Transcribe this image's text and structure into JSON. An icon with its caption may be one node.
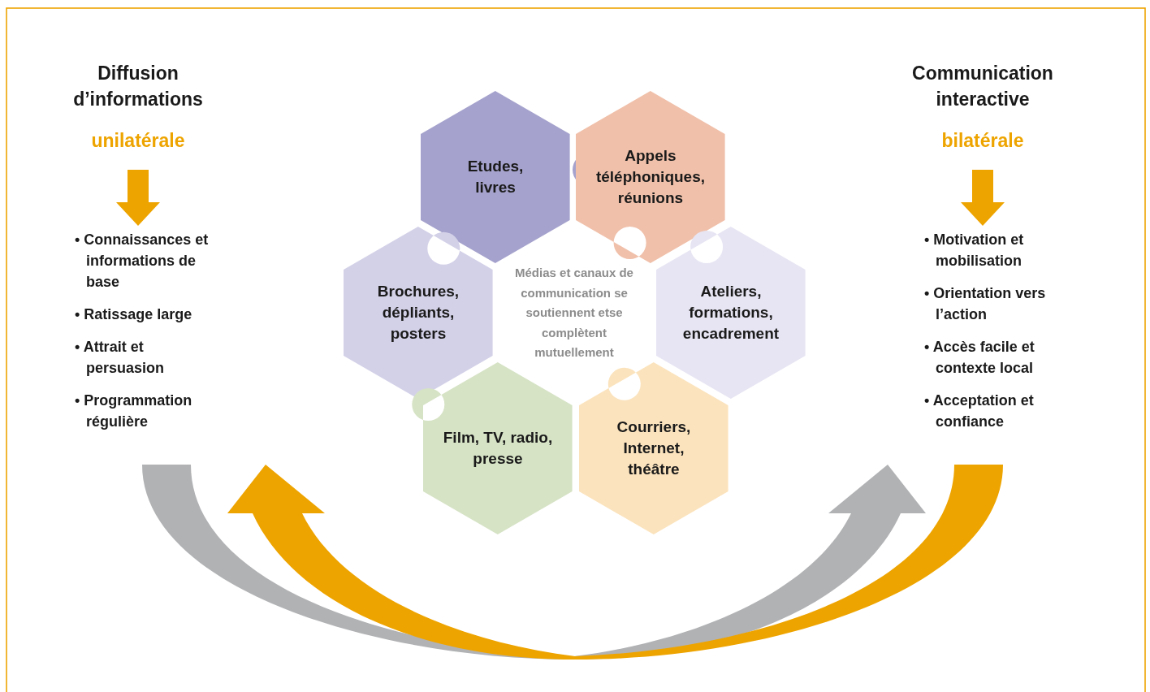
{
  "diagram": {
    "nodes": [
      {
        "text": [
          "Diffusion d’informations",
          "unilatérale"
        ]
      },
      {
        "text": [
          "• Connaissances et informations de base",
          "• Ratissage large",
          "• Attrait et persuasion",
          "• Programmation régulière"
        ]
      },
      {
        "text": [
          "Communication interactive",
          "bilatérale"
        ]
      },
      {
        "text": [
          "• Motivation et mobilisation",
          "• Orientation vers l’action",
          "• Accès facile et contexte local",
          "• Acceptation et confiance"
        ]
      },
      {
        "text": [
          "Etudes, livres"
        ]
      },
      {
        "text": [
          "Appels téléphoniques, réunions"
        ]
      },
      {
        "text": [
          "Brochures, dépliants, posters"
        ]
      },
      {
        "text": [
          "Médias et canaux de communication se soutiennent etse complètent mutuellement"
        ]
      },
      {
        "text": [
          "Ateliers, formations, encadrement"
        ]
      },
      {
        "text": [
          "Film, TV, radio, presse"
        ]
      },
      {
        "text": [
          "Courriers, Internet, théâtre"
        ]
      }
    ],
    "edges": [
      {
        "from": 0,
        "to": 1,
        "arrow": "to",
        "style": "thick",
        "color": "#eea400"
      },
      {
        "from": 2,
        "to": 3,
        "arrow": "to",
        "style": "thick",
        "color": "#eea400"
      },
      {
        "from": 1,
        "to": 3,
        "arrow": "to",
        "style": "thick",
        "color": "#b1b2b4"
      },
      {
        "from": 3,
        "to": 1,
        "arrow": "to",
        "style": "thick",
        "color": "#eea400"
      }
    ]
  }
}
